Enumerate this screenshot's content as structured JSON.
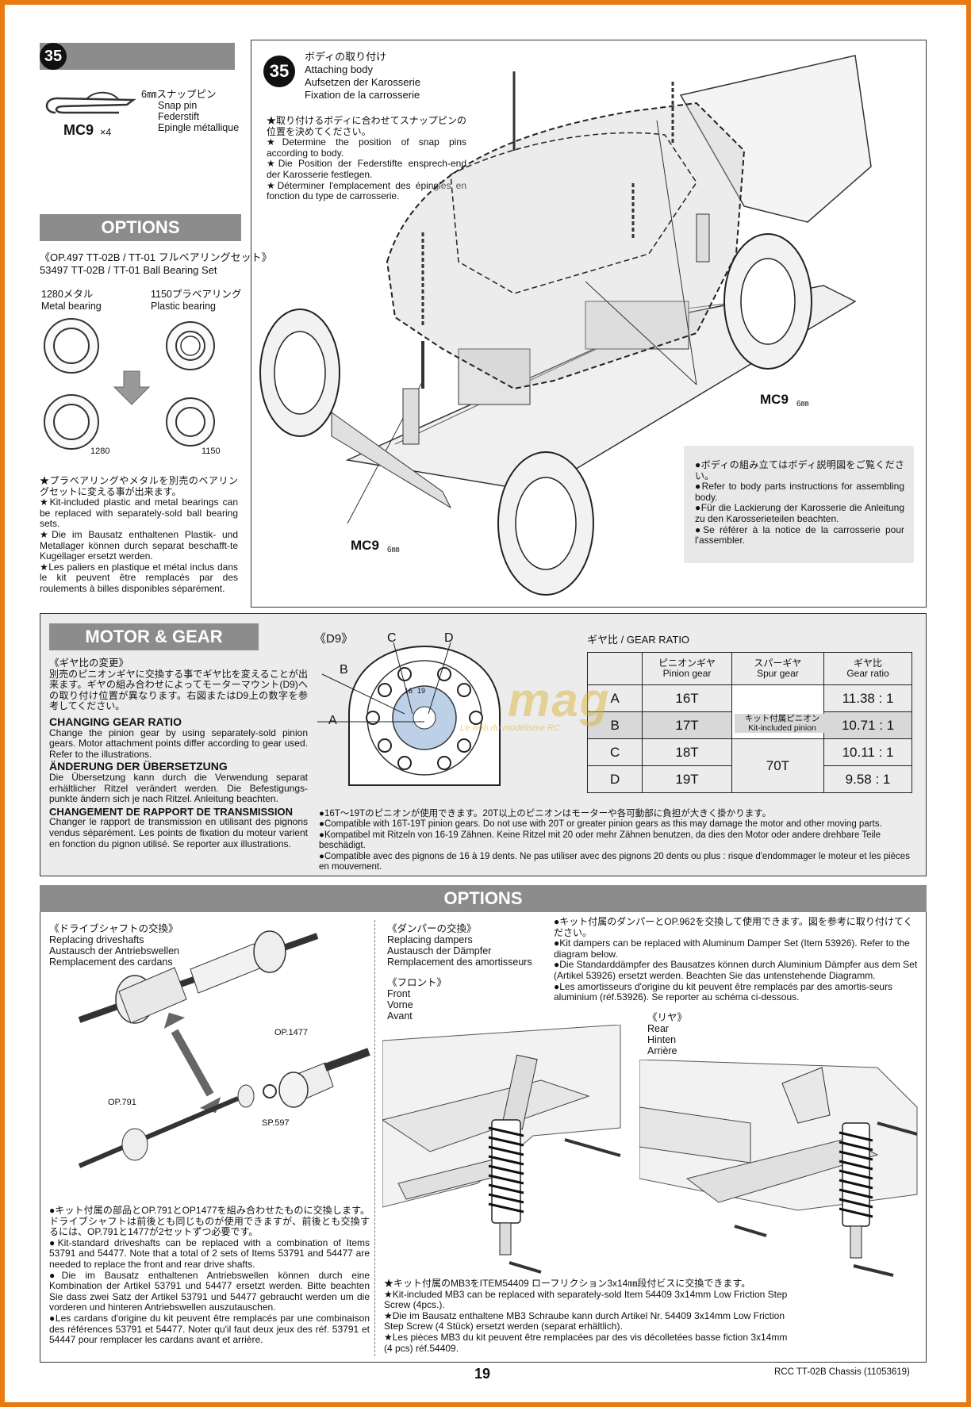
{
  "step35_left": {
    "num": "35",
    "part_jp": "6㎜スナップピン",
    "part_en": "Snap pin",
    "part_de": "Federstift",
    "part_fr": "Epingle métallique",
    "code": "MC9",
    "qty": "×4"
  },
  "options_top": {
    "header": "OPTIONS",
    "title_jp": "《OP.497 TT-02B / TT-01 フルベアリングセット》",
    "title_en": "53497 TT-02B / TT-01 Ball Bearing Set",
    "metal_jp": "1280メタル",
    "metal_en": "Metal bearing",
    "plastic_jp": "1150プラベアリング",
    "plastic_en": "Plastic bearing",
    "label_1280": "1280",
    "label_1150": "1150",
    "text": [
      "★プラベアリングやメタルを別売のベアリングセットに変える事が出来ます。",
      "★Kit-included plastic and metal bearings can be replaced with separately-sold ball bearing sets.",
      "★Die im Bausatz enthaltenen Plastik- und Metallager können durch separat beschafft-te Kugellager ersetzt werden.",
      "★Les paliers en plastique et métal inclus dans le kit peuvent être remplacés par des roulements à billes disponibles séparément."
    ]
  },
  "step35_main": {
    "num": "35",
    "title_jp": "ボディの取り付け",
    "title_en": "Attaching body",
    "title_de": "Aufsetzen der Karosserie",
    "title_fr": "Fixation de la carrosserie",
    "instructions": [
      "★取り付けるボディに合わせてスナップピンの位置を決めてください。",
      "★Determine the position of snap pins according to body.",
      "★Die Position der Federstifte ensprech-end der Karosserie festlegen.",
      "★Déterminer l'emplacement des épingles en fonction du type de carrosserie."
    ],
    "label_mc9_right": "MC9",
    "label_mc9_left": "MC9",
    "label_6mm": "6㎜",
    "note": [
      "●ボディの組み立てはボディ説明図をご覧ください。",
      "●Refer to body parts instructions for assembling body.",
      "●Für die Lackierung der Karosserie die Anleitung zu den Karosserieteilen beachten.",
      "●Se référer à la notice de la carrosserie pour l'assembler."
    ]
  },
  "motor_gear": {
    "header": "MOTOR & GEAR",
    "sub_jp": "《ギヤ比の変更》",
    "text_jp": "別売のピニオンギヤに交換する事でギヤ比を変えることが出来ます。ギヤの組み合わせによってモーターマウント(D9)への取り付け位置が異なります。右図またはD9上の数字を参考してください。",
    "h_en": "CHANGING GEAR RATIO",
    "text_en": "Change the pinion gear by using separately-sold pinion gears. Motor attachment points differ according to gear used. Refer to the illustrations.",
    "h_de": "ÄNDERUNG DER ÜBERSETZUNG",
    "text_de": "Die Übersetzung kann durch die Verwendung separat erhältlicher Ritzel verändert werden. Die Befestigungs-punkte ändern sich je nach Ritzel. Anleitung beachten.",
    "h_fr": "CHANGEMENT DE RAPPORT DE TRANSMISSION",
    "text_fr": "Changer le rapport de transmission en utilisant des pignons vendus séparément. Les points de fixation du moteur varient en fonction du pignon utilisé. Se reporter aux illustrations.",
    "d9_label": "《D9》",
    "mount_labels": {
      "a": "A",
      "b": "B",
      "c": "C",
      "d": "D",
      "n16": "16",
      "n19": "19"
    },
    "gear_ratio_title": "ギヤ比 / GEAR RATIO",
    "table_headers": [
      {
        "jp": "ピニオンギヤ",
        "en": "Pinion gear"
      },
      {
        "jp": "スパーギヤ",
        "en": "Spur gear"
      },
      {
        "jp": "ギヤ比",
        "en": "Gear ratio"
      }
    ],
    "rows": [
      {
        "pos": "A",
        "pinion": "16T",
        "ratio": "11.38 : 1"
      },
      {
        "pos": "B",
        "pinion": "17T",
        "ratio": "10.71 : 1"
      },
      {
        "pos": "C",
        "pinion": "18T",
        "ratio": "10.11 : 1"
      },
      {
        "pos": "D",
        "pinion": "19T",
        "ratio": "9.58 : 1"
      }
    ],
    "spur_kit_jp": "キット付属ピニオン",
    "spur_kit_en": "Kit-included pinion",
    "spur_70t": "70T",
    "watermark": "mag",
    "watermark_sub": "Le web du modélisme RC",
    "compat": [
      "●16T〜19Tのピニオンが使用できます。20T以上のピニオンはモーターや各可動部に負担が大きく掛かります。",
      "●Compatible with 16T-19T pinion gears. Do not use with 20T or greater pinion gears as this may damage the motor and other moving parts.",
      "●Kompatibel mit Ritzeln von 16-19 Zähnen. Keine Ritzel mit 20 oder mehr Zähnen benutzen, da dies den Motor oder andere drehbare Teile beschädigt.",
      "●Compatible avec des pignons de 16 à 19 dents. Ne pas utiliser avec des pignons 20 dents ou plus : risque d'endommager le moteur et les pièces en mouvement."
    ]
  },
  "options_bottom": {
    "header": "OPTIONS",
    "drive_title_jp": "《ドライブシャフトの交換》",
    "drive_title_en": "Replacing driveshafts",
    "drive_title_de": "Austausch der Antriebswellen",
    "drive_title_fr": "Remplacement des cardans",
    "op1477": "OP.1477",
    "op791": "OP.791",
    "sp597": "SP.597",
    "drive_text": [
      "●キット付属の部品とOP.791とOP1477を組み合わせたものに交換します。ドライブシャフトは前後とも同じものが使用できますが、前後とも交換するには、OP.791と1477が2セットずつ必要です。",
      "●Kit-standard driveshafts can be replaced with a combination of Items 53791 and 54477. Note that a total of 2 sets of Items 53791 and 54477 are needed to replace the front and rear drive shafts.",
      "●Die im Bausatz enthaltenen Antriebswellen können durch eine Kombination der Artikel 53791 und 54477 ersetzt werden. Bitte beachten Sie dass zwei Satz der Artikel 53791 und 54477 gebraucht werden um die vorderen und hinteren Antriebswellen auszutauschen.",
      "●Les cardans d'origine du kit peuvent être remplacés par une combinaison des références 53791 et 54477. Noter qu'il faut deux jeux des réf. 53791 et 54447 pour remplacer les cardans avant et arrière."
    ],
    "damper_title_jp": "《ダンパーの交換》",
    "damper_title_en": "Replacing dampers",
    "damper_title_de": "Austausch der Dämpfer",
    "damper_title_fr": "Remplacement des amortisseurs",
    "damper_text": [
      "●キット付属のダンパーとOP.962を交換して使用できます。図を参考に取り付けてください。",
      "●Kit dampers can be replaced with Aluminum Damper Set (Item 53926). Refer to the diagram below.",
      "●Die Standarddämpfer des Bausatzes können durch Aluminium Dämpfer aus dem Set (Artikel 53926) ersetzt werden. Beachten Sie das untenstehende Diagramm.",
      "●Les amortisseurs d'origine du kit peuvent être remplacés par des amortis-seurs aluminium (réf.53926). Se reporter au schéma ci-dessous."
    ],
    "front_jp": "《フロント》",
    "front_en": "Front",
    "front_de": "Vorne",
    "front_fr": "Avant",
    "rear_jp": "《リヤ》",
    "rear_en": "Rear",
    "rear_de": "Hinten",
    "rear_fr": "Arrière",
    "mb3_text": [
      "★キット付属のMB3をITEM54409 ローフリクション3x14㎜段付ビスに交換できます。",
      "★Kit-included MB3 can be replaced with separately-sold Item 54409 3x14mm Low Friction Step Screw (4pcs.).",
      "★Die im Bausatz enthaltene MB3 Schraube kann durch Artikel Nr. 54409 3x14mm Low Friction Step Screw (4 Stück) ersetzt werden (separat erhältlich).",
      "★Les pièces MB3 du kit peuvent être remplacées par des vis décolletées basse fiction 3x14mm (4 pcs) réf.54409."
    ]
  },
  "footer": {
    "page": "19",
    "doc": "RCC TT-02B Chassis (11053619)"
  }
}
